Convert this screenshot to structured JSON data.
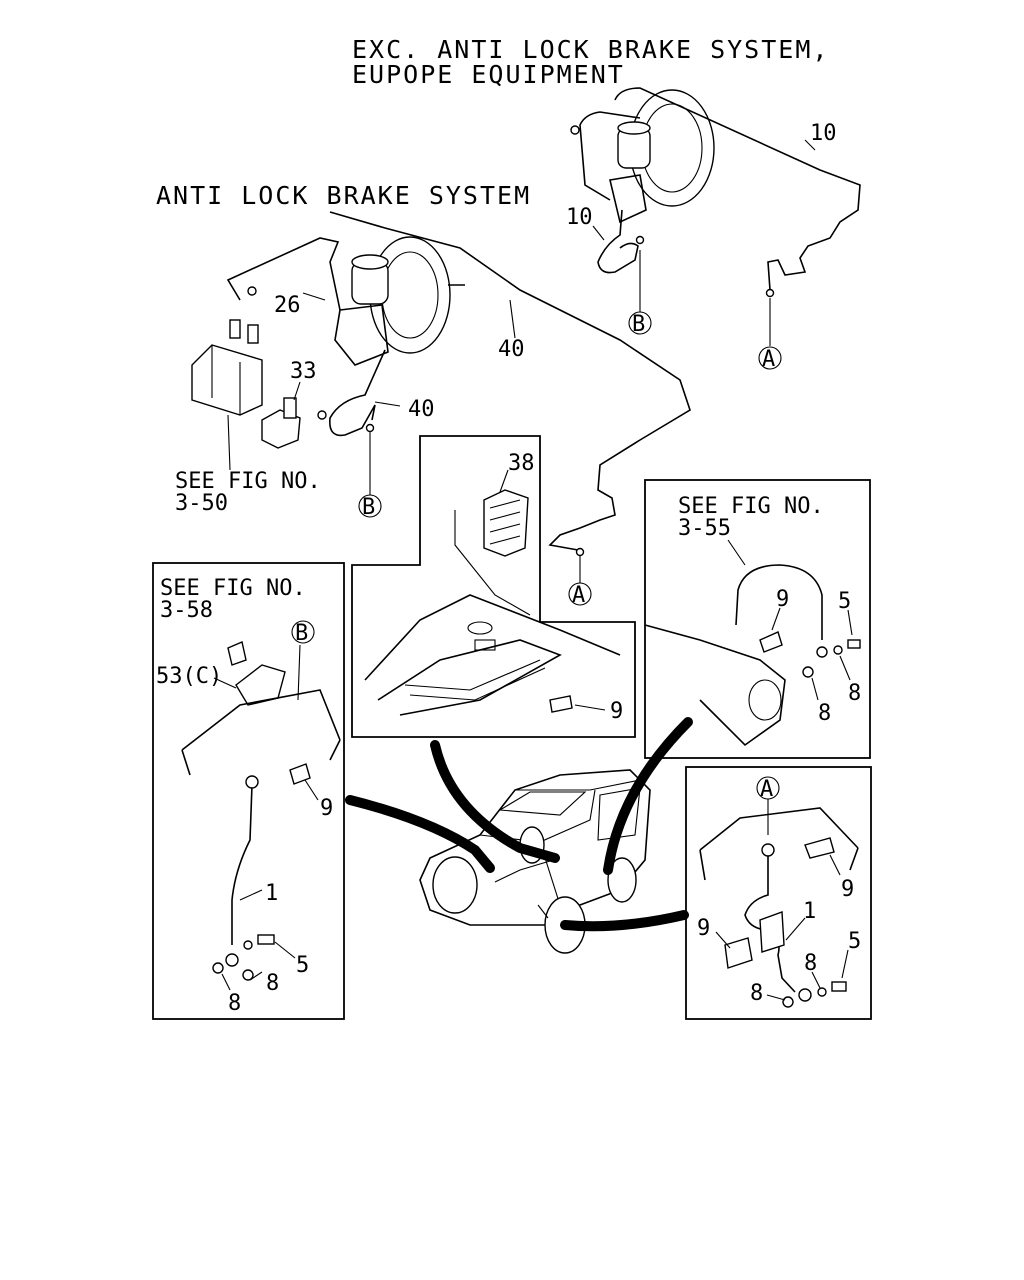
{
  "captions": {
    "exc_line1": "EXC.  ANTI LOCK BRAKE SYSTEM,",
    "exc_line2": "EUPOPE EQUIPMENT",
    "abs": "ANTI LOCK BRAKE SYSTEM"
  },
  "refs": {
    "fig350_a": "SEE FIG NO.",
    "fig350_b": "3-50",
    "fig355_a": "SEE FIG NO.",
    "fig355_b": "3-55",
    "fig358_a": "SEE FIG NO.",
    "fig358_b": "3-58"
  },
  "callouts": {
    "p10a": "10",
    "p10b": "10",
    "p26": "26",
    "p33": "33",
    "p40a": "40",
    "p40b": "40",
    "p38": "38",
    "p9_center": "9",
    "p9_right": "9",
    "p5_right": "5",
    "p8_right_a": "8",
    "p8_right_b": "8",
    "p53": "53(C)",
    "p9_left": "9",
    "p1_left": "1",
    "p5_left": "5",
    "p8_left_a": "8",
    "p8_left_b": "8",
    "p9_br_a": "9",
    "p9_br_b": "9",
    "p1_br": "1",
    "p5_br": "5",
    "p8_br_a": "8",
    "p8_br_b": "8"
  },
  "markers": {
    "a1": "A",
    "a2": "A",
    "a3": "A",
    "b1": "B",
    "b2": "B",
    "b3": "B"
  }
}
